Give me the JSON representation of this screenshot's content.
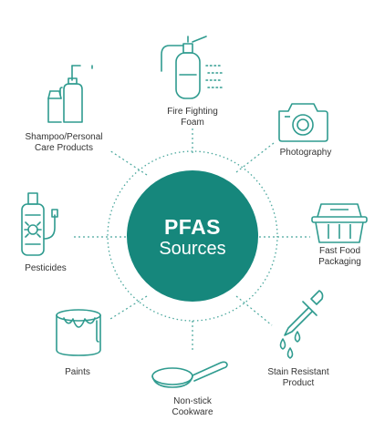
{
  "hub": {
    "title": "PFAS",
    "subtitle": "Sources"
  },
  "colors": {
    "teal": "#16877c",
    "line": "#4aa79d",
    "text": "#333333"
  },
  "sources": [
    {
      "label": "Fire Fighting\nFoam",
      "icon": "fire-extinguisher-icon"
    },
    {
      "label": "Photography",
      "icon": "camera-icon"
    },
    {
      "label": "Fast Food\nPackaging",
      "icon": "takeout-container-icon"
    },
    {
      "label": "Stain Resistant\nProduct",
      "icon": "dropper-icon"
    },
    {
      "label": "Non-stick\nCookware",
      "icon": "frying-pan-icon"
    },
    {
      "label": "Paints",
      "icon": "paint-can-icon"
    },
    {
      "label": "Pesticides",
      "icon": "sprayer-icon"
    },
    {
      "label": "Shampoo/Personal\nCare Products",
      "icon": "shampoo-bottle-icon"
    }
  ]
}
